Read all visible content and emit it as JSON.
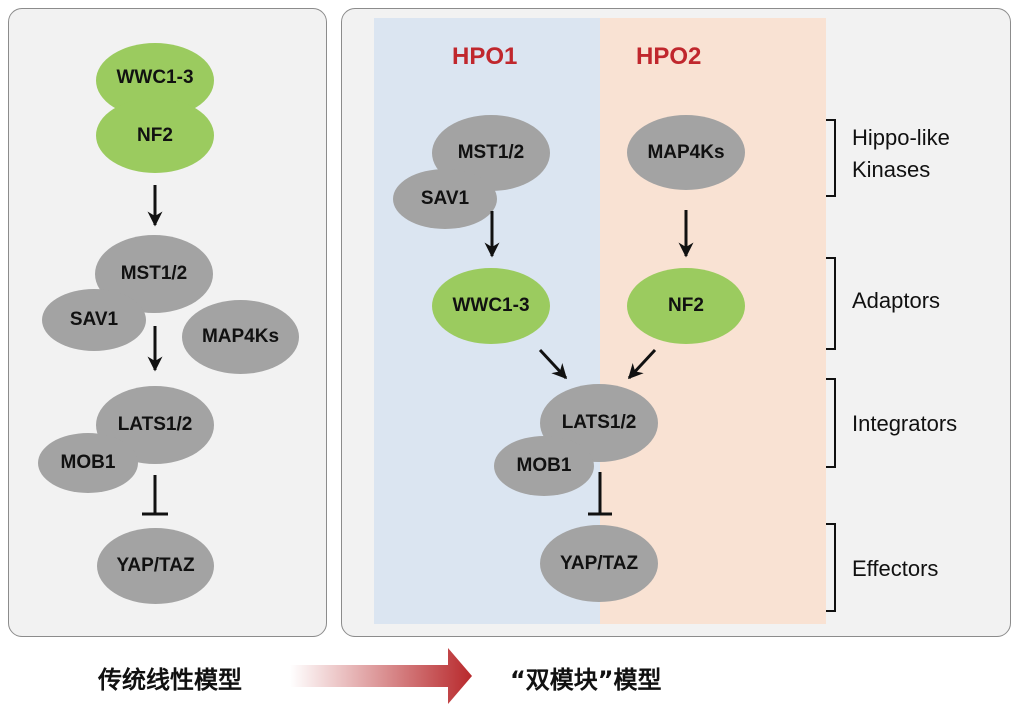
{
  "colors": {
    "panel_bg": "#f2f2f2",
    "panel_border": "#8c8c8c",
    "node_gray": "#a3a3a3",
    "node_green": "#9bcb5f",
    "hpo1_bg": "#dbe5f1",
    "hpo2_bg": "#f9e2d3",
    "title_red": "#c0272d",
    "transition_arrow": "#b8292c"
  },
  "left_panel": {
    "nodes": {
      "wwc": "WWC1-3",
      "nf2": "NF2",
      "mst": "MST1/2",
      "sav": "SAV1",
      "map4k": "MAP4Ks",
      "lats": "LATS1/2",
      "mob": "MOB1",
      "yap": "YAP/TAZ"
    },
    "caption": "传统线性模型"
  },
  "right_panel": {
    "hpo1_title": "HPO1",
    "hpo2_title": "HPO2",
    "nodes": {
      "mst": "MST1/2",
      "sav": "SAV1",
      "map4k": "MAP4Ks",
      "wwc": "WWC1-3",
      "nf2": "NF2",
      "lats": "LATS1/2",
      "mob": "MOB1",
      "yap": "YAP/TAZ"
    },
    "tiers": {
      "kinases_line1": "Hippo-like",
      "kinases_line2": "Kinases",
      "adaptors": "Adaptors",
      "integrators": "Integrators",
      "effectors": "Effectors"
    },
    "caption": "“双模块”模型"
  }
}
